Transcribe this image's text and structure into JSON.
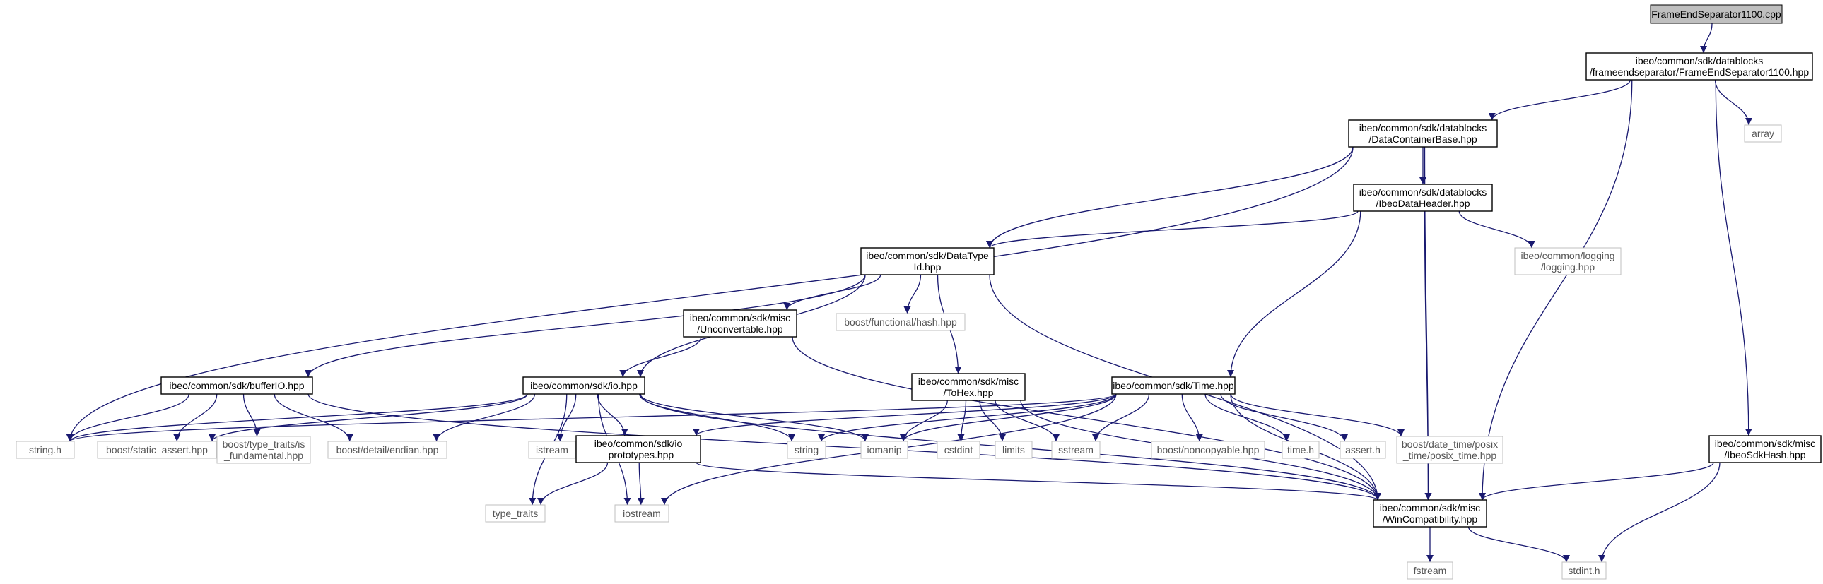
{
  "diagram": {
    "colors": {
      "edge": "#191970",
      "box_border": "#000000",
      "ext_border": "#bfbfbf",
      "root_fill": "#bfbfbf",
      "ext_text": "#555555",
      "text": "#000000"
    },
    "nodes": [
      {
        "id": "root",
        "kind": "root",
        "lines": [
          "FrameEndSeparator1100.cpp"
        ]
      },
      {
        "id": "fes",
        "kind": "file",
        "lines": [
          "ibeo/common/sdk/datablocks",
          "/frameendseparator/FrameEndSeparator1100.hpp"
        ]
      },
      {
        "id": "dcb",
        "kind": "file",
        "lines": [
          "ibeo/common/sdk/datablocks",
          "/DataContainerBase.hpp"
        ]
      },
      {
        "id": "array",
        "kind": "external",
        "lines": [
          "array"
        ]
      },
      {
        "id": "idh",
        "kind": "file",
        "lines": [
          "ibeo/common/sdk/datablocks",
          "/IbeoDataHeader.hpp"
        ]
      },
      {
        "id": "dti",
        "kind": "file",
        "lines": [
          "ibeo/common/sdk/DataType",
          "Id.hpp"
        ]
      },
      {
        "id": "logging",
        "kind": "external",
        "lines": [
          "ibeo/common/logging",
          "/logging.hpp"
        ]
      },
      {
        "id": "unconv",
        "kind": "file",
        "lines": [
          "ibeo/common/sdk/misc",
          "/Unconvertable.hpp"
        ]
      },
      {
        "id": "bfhash",
        "kind": "external",
        "lines": [
          "boost/functional/hash.hpp"
        ]
      },
      {
        "id": "bufio",
        "kind": "file",
        "lines": [
          "ibeo/common/sdk/bufferIO.hpp"
        ]
      },
      {
        "id": "io",
        "kind": "file",
        "lines": [
          "ibeo/common/sdk/io.hpp"
        ]
      },
      {
        "id": "tohex",
        "kind": "file",
        "lines": [
          "ibeo/common/sdk/misc",
          "/ToHex.hpp"
        ]
      },
      {
        "id": "time",
        "kind": "file",
        "lines": [
          "ibeo/common/sdk/Time.hpp"
        ]
      },
      {
        "id": "sdkhash",
        "kind": "file",
        "lines": [
          "ibeo/common/sdk/misc",
          "/IbeoSdkHash.hpp"
        ]
      },
      {
        "id": "stringh",
        "kind": "external",
        "lines": [
          "string.h"
        ]
      },
      {
        "id": "bsa",
        "kind": "external",
        "lines": [
          "boost/static_assert.hpp"
        ]
      },
      {
        "id": "btt",
        "kind": "external",
        "lines": [
          "boost/type_traits/is",
          "_fundamental.hpp"
        ]
      },
      {
        "id": "bde",
        "kind": "external",
        "lines": [
          "boost/detail/endian.hpp"
        ]
      },
      {
        "id": "istream",
        "kind": "external",
        "lines": [
          "istream"
        ]
      },
      {
        "id": "iop",
        "kind": "file",
        "lines": [
          "ibeo/common/sdk/io",
          "_prototypes.hpp"
        ]
      },
      {
        "id": "string",
        "kind": "external",
        "lines": [
          "string"
        ]
      },
      {
        "id": "iomanip",
        "kind": "external",
        "lines": [
          "iomanip"
        ]
      },
      {
        "id": "cstdint",
        "kind": "external",
        "lines": [
          "cstdint"
        ]
      },
      {
        "id": "limits",
        "kind": "external",
        "lines": [
          "limits"
        ]
      },
      {
        "id": "sstream",
        "kind": "external",
        "lines": [
          "sstream"
        ]
      },
      {
        "id": "bnc",
        "kind": "external",
        "lines": [
          "boost/noncopyable.hpp"
        ]
      },
      {
        "id": "timeh",
        "kind": "external",
        "lines": [
          "time.h"
        ]
      },
      {
        "id": "asserth",
        "kind": "external",
        "lines": [
          "assert.h"
        ]
      },
      {
        "id": "bdt",
        "kind": "external",
        "lines": [
          "boost/date_time/posix",
          "_time/posix_time.hpp"
        ]
      },
      {
        "id": "wincompat",
        "kind": "file",
        "lines": [
          "ibeo/common/sdk/misc",
          "/WinCompatibility.hpp"
        ]
      },
      {
        "id": "typetraits",
        "kind": "external",
        "lines": [
          "type_traits"
        ]
      },
      {
        "id": "iostream",
        "kind": "external",
        "lines": [
          "iostream"
        ]
      },
      {
        "id": "fstream",
        "kind": "external",
        "lines": [
          "fstream"
        ]
      },
      {
        "id": "stdinth",
        "kind": "external",
        "lines": [
          "stdint.h"
        ]
      }
    ],
    "edges": [
      [
        "root",
        "fes"
      ],
      [
        "fes",
        "dcb"
      ],
      [
        "fes",
        "array"
      ],
      [
        "fes",
        "wincompat"
      ],
      [
        "fes",
        "sdkhash"
      ],
      [
        "dcb",
        "stringh"
      ],
      [
        "dcb",
        "dti"
      ],
      [
        "dcb",
        "idh"
      ],
      [
        "dcb",
        "wincompat"
      ],
      [
        "idh",
        "dti"
      ],
      [
        "idh",
        "logging"
      ],
      [
        "idh",
        "time"
      ],
      [
        "idh",
        "wincompat"
      ],
      [
        "dti",
        "bufio"
      ],
      [
        "dti",
        "io"
      ],
      [
        "dti",
        "unconv"
      ],
      [
        "dti",
        "bfhash"
      ],
      [
        "dti",
        "tohex"
      ],
      [
        "dti",
        "wincompat"
      ],
      [
        "unconv",
        "io"
      ],
      [
        "unconv",
        "wincompat"
      ],
      [
        "bufio",
        "stringh"
      ],
      [
        "bufio",
        "bsa"
      ],
      [
        "bufio",
        "btt"
      ],
      [
        "bufio",
        "bde"
      ],
      [
        "bufio",
        "wincompat"
      ],
      [
        "io",
        "stringh"
      ],
      [
        "io",
        "bsa"
      ],
      [
        "io",
        "bde"
      ],
      [
        "io",
        "typetraits"
      ],
      [
        "io",
        "iostream"
      ],
      [
        "io",
        "istream"
      ],
      [
        "io",
        "iop"
      ],
      [
        "io",
        "string"
      ],
      [
        "io",
        "iomanip"
      ],
      [
        "io",
        "wincompat"
      ],
      [
        "tohex",
        "iomanip"
      ],
      [
        "tohex",
        "cstdint"
      ],
      [
        "tohex",
        "limits"
      ],
      [
        "tohex",
        "sstream"
      ],
      [
        "tohex",
        "wincompat"
      ],
      [
        "time",
        "stringh"
      ],
      [
        "time",
        "iop"
      ],
      [
        "time",
        "string"
      ],
      [
        "time",
        "iomanip"
      ],
      [
        "time",
        "sstream"
      ],
      [
        "time",
        "bnc"
      ],
      [
        "time",
        "timeh"
      ],
      [
        "time",
        "asserth"
      ],
      [
        "time",
        "bdt"
      ],
      [
        "time",
        "iostream"
      ],
      [
        "time",
        "wincompat"
      ],
      [
        "iop",
        "typetraits"
      ],
      [
        "iop",
        "iostream"
      ],
      [
        "iop",
        "wincompat"
      ],
      [
        "sdkhash",
        "wincompat"
      ],
      [
        "sdkhash",
        "stdinth"
      ],
      [
        "wincompat",
        "fstream"
      ],
      [
        "wincompat",
        "stdinth"
      ]
    ]
  }
}
